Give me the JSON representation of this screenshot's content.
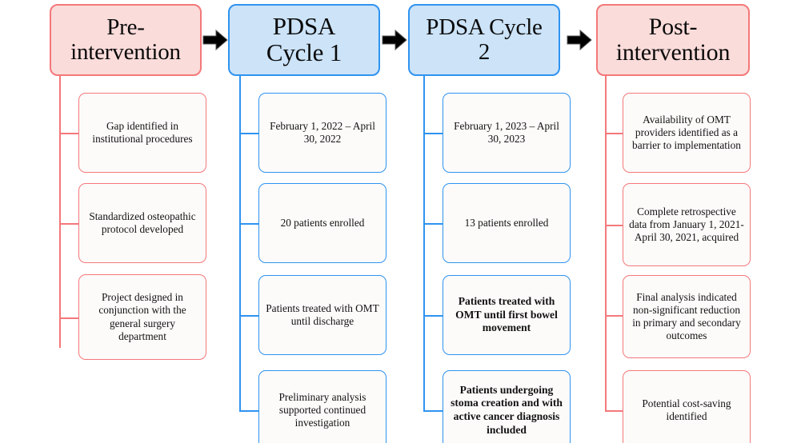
{
  "figure": {
    "type": "flowchart",
    "orientation": "left-to-right phases with vertical sub-item branches",
    "colors": {
      "pink_fill": "#fadcda",
      "pink_border": "#f4787a",
      "blue_fill": "#cce3f8",
      "blue_border": "#2f93f0",
      "leaf_fill": "#fcfbfa",
      "arrow": "#000000",
      "text": "#0a0a0a",
      "background": "#ffffff"
    }
  },
  "arrows": [
    {
      "name": "arrow-pre-to-cycle1",
      "from": "Pre-intervention",
      "to": "PDSA Cycle 1"
    },
    {
      "name": "arrow-cycle1-to-cycle2",
      "from": "PDSA Cycle 1",
      "to": "PDSA Cycle 2"
    },
    {
      "name": "arrow-cycle2-to-post",
      "from": "PDSA Cycle 2",
      "to": "Post-intervention"
    }
  ],
  "columns": [
    {
      "id": "pre-intervention",
      "title": "Pre-\nintervention",
      "title_line1": "Pre-",
      "title_line2": "intervention",
      "style": "pink",
      "items": [
        {
          "text": "Gap identified in institutional procedures",
          "bold": false
        },
        {
          "text": "Standardized osteopathic protocol developed",
          "bold": false
        },
        {
          "text": "Project designed in conjunction with the general surgery department",
          "bold": false
        }
      ]
    },
    {
      "id": "pdsa-cycle-1",
      "title": "PDSA Cycle 1",
      "title_line1": "PDSA",
      "title_line2": "Cycle 1",
      "style": "blue",
      "items": [
        {
          "text": "February 1, 2022 – April 30, 2022",
          "bold": false
        },
        {
          "text": "20 patients enrolled",
          "bold": false
        },
        {
          "text": "Patients treated with OMT until discharge",
          "bold": false
        },
        {
          "text": "Preliminary analysis supported continued investigation",
          "bold": false
        }
      ]
    },
    {
      "id": "pdsa-cycle-2",
      "title": "PDSA Cycle 2",
      "title_line1": "PDSA Cycle",
      "title_line2": "2",
      "style": "blue",
      "items": [
        {
          "text": "February 1, 2023 – April 30, 2023",
          "bold": false
        },
        {
          "text": "13 patients enrolled",
          "bold": false
        },
        {
          "text": "Patients treated with OMT until first bowel movement",
          "bold": true
        },
        {
          "text": "Patients undergoing stoma creation and with active cancer diagnosis included",
          "bold": true
        }
      ]
    },
    {
      "id": "post-intervention",
      "title": "Post-\nintervention",
      "title_line1": "Post-",
      "title_line2": "intervention",
      "style": "pink",
      "items": [
        {
          "text": "Availability of OMT providers identified as a barrier to implementation",
          "bold": false
        },
        {
          "text": "Complete retrospective data from January 1, 2021- April 30, 2021, acquired",
          "bold": false
        },
        {
          "text": "Final analysis indicated non-significant reduction in primary and secondary outcomes",
          "bold": false
        },
        {
          "text": "Potential cost-saving identified",
          "bold": false
        }
      ]
    }
  ]
}
